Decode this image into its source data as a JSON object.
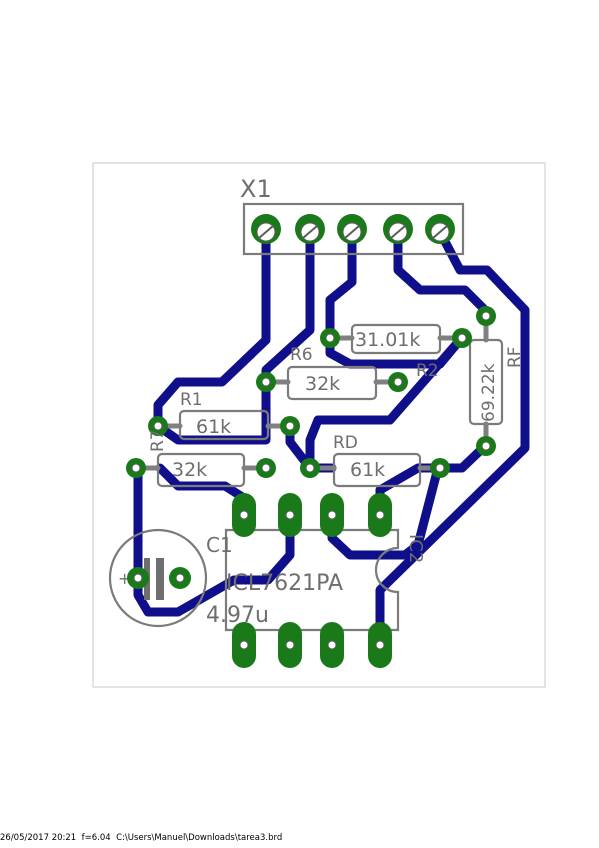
{
  "board": {
    "file_footer": {
      "date": "26/05/2017 20:21",
      "zoom": "f=6.04",
      "path": "C:\\Users\\Manuel\\Downloads\\tarea3.brd"
    },
    "parts": {
      "connector": {
        "name": "X1"
      },
      "r1": {
        "name": "R1",
        "value": "61k"
      },
      "r2": {
        "name": "R2",
        "value": "31.01k"
      },
      "r6": {
        "name": "R6",
        "value": "32k"
      },
      "r7": {
        "name": "R7",
        "value": "32k"
      },
      "rd": {
        "name": "RD",
        "value": "61k"
      },
      "rf": {
        "name": "RF",
        "value": "69.22k"
      },
      "c1": {
        "name": "C1",
        "value": "4.97u"
      },
      "ic": {
        "name": "IC2",
        "value": "ICL7621PA"
      }
    },
    "colors": {
      "trace": "#0f0f8c",
      "pad": "#1a7a1a",
      "silkscreen": "#7b7b7b",
      "outline": "#c8c8c8"
    }
  }
}
